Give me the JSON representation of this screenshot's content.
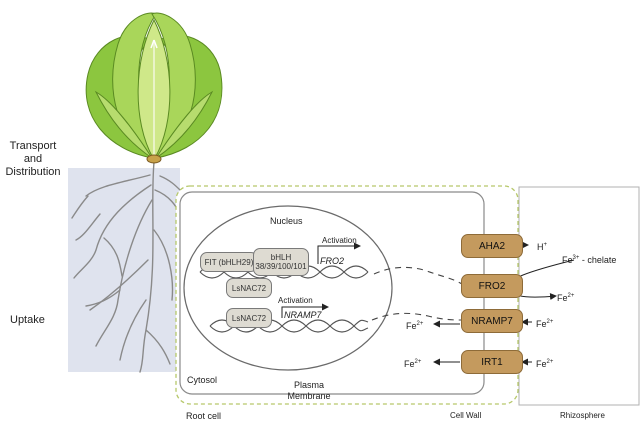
{
  "labels": {
    "transport_line1": "Transport",
    "transport_line2": "and",
    "transport_line3": "Distribution",
    "uptake": "Uptake",
    "nucleus": "Nucleus",
    "cytosol": "Cytosol",
    "plasma_line1": "Plasma",
    "plasma_line2": "Membrane",
    "root_cell": "Root cell",
    "cell_wall": "Cell Wall",
    "rhizosphere": "Rhizosphere"
  },
  "transcription_factors": {
    "fit": "FIT (bHLH29)",
    "bhlh_line1": "bHLH",
    "bhlh_line2": "38/39/100/101",
    "lsnac72_top": "LsNAC72",
    "lsnac72_bottom": "LsNAC72"
  },
  "genes": {
    "activation_top": "Activation",
    "fro2_gene": "FRO2",
    "activation_bottom": "Activation",
    "nramp7_gene": "NRAMP7"
  },
  "transporters": {
    "aha2": "AHA2",
    "fro2": "FRO2",
    "nramp7": "NRAMP7",
    "irt1": "IRT1"
  },
  "ions": {
    "h_base": "H",
    "h_sup": "+",
    "fe3_base": "Fe",
    "fe3_sup": "3+",
    "fe3_suffix": " - chelate",
    "fe2_fro_base": "Fe",
    "fe2_fro_sup": "2+",
    "fe2_nramp_in_base": "Fe",
    "fe2_nramp_in_sup": "2+",
    "fe2_nramp_out_base": "Fe",
    "fe2_nramp_out_sup": "2+",
    "fe2_irt_in_base": "Fe",
    "fe2_irt_in_sup": "2+",
    "fe2_irt_out_base": "Fe",
    "fe2_irt_out_sup": "2+"
  },
  "colors": {
    "transporter": "#c49a5e",
    "leaf": "#9bcf4a",
    "root_background": "#dfe3ee",
    "membrane_dash": "#b6c86a"
  }
}
